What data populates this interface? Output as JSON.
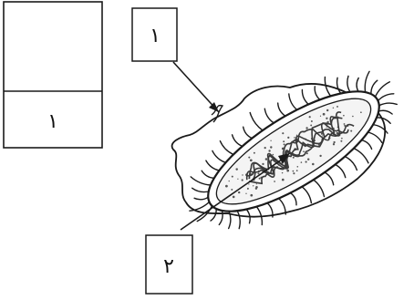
{
  "answer_table": {
    "rows": [
      "",
      "١"
    ]
  },
  "labels": {
    "label_1": "١",
    "label_2": "٢"
  },
  "colors": {
    "ink": "#1a1a1a",
    "cell_dots": "#555555"
  }
}
